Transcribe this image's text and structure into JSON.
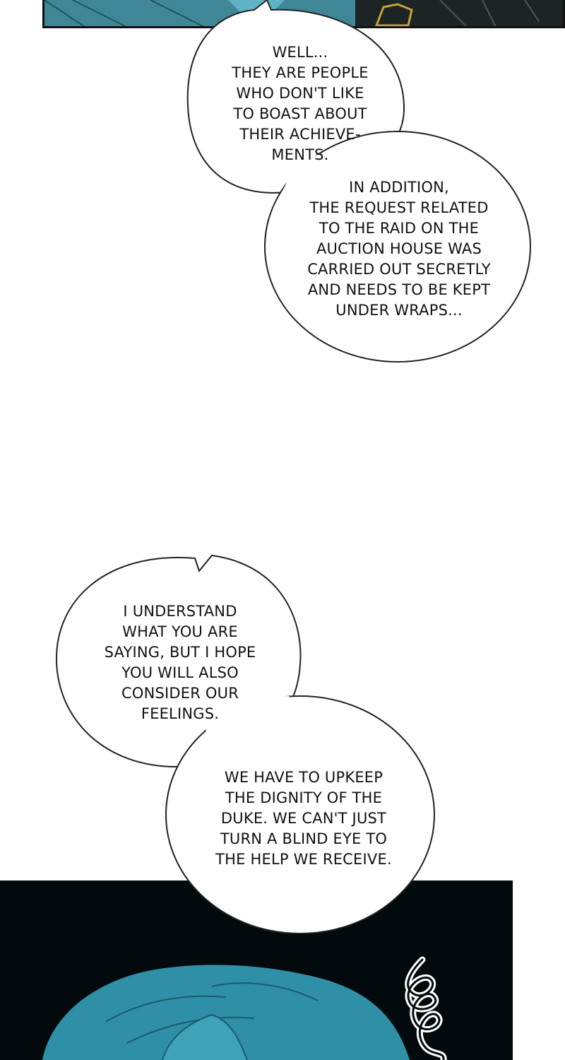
{
  "dialogue": {
    "bubble_1": "WELL...\nTHEY ARE PEOPLE\nWHO DON'T LIKE\nTO BOAST ABOUT\nTHEIR ACHIEVE-\nMENTS.",
    "bubble_2": "IN ADDITION,\nTHE REQUEST RELATED\nTO THE RAID ON THE\nAUCTION HOUSE WAS\nCARRIED OUT SECRETLY\nAND NEEDS TO BE KEPT\nUNDER WRAPS...",
    "bubble_3": "I UNDERSTAND\nWHAT YOU ARE\nSAYING, BUT I HOPE\nYOU WILL ALSO\nCONSIDER OUR\nFEELINGS.",
    "bubble_4": "WE HAVE TO UPKEEP\nTHE DIGNITY OF THE\nDUKE. WE CAN'T JUST\nTURN A BLIND EYE TO\nTHE HELP WE RECEIVE."
  },
  "colors": {
    "top_panel": "#2a6d7a",
    "bottom_panel_bg": "#020a0d",
    "hair": "#2f8fa6",
    "bubble_fill": "#ffffff",
    "bubble_stroke": "#222222"
  }
}
